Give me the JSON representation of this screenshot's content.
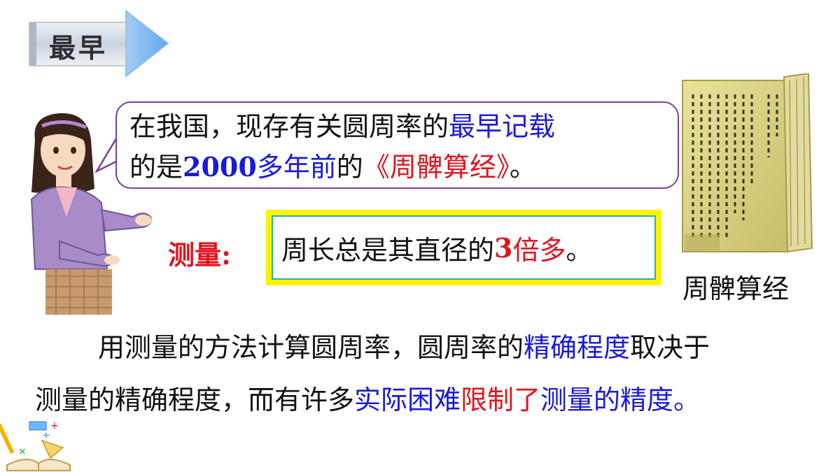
{
  "header": {
    "tag_label": "最早"
  },
  "bubble": {
    "line1_a": "在我国，现存有关圆周率的",
    "line1_b": "最早记载",
    "line2_a": "的是",
    "line2_b": "2000",
    "line2_c": "多年前",
    "line2_d": "的",
    "line2_e": "《周髀算经》",
    "line2_f": "。"
  },
  "measure": {
    "label": "测量:",
    "text_a": "周长总是其直径的",
    "text_b": "3",
    "text_c": "倍多",
    "text_d": "。"
  },
  "book": {
    "caption": "周髀算经"
  },
  "paragraph": {
    "line1_a": "用测量的方法计算圆周率，圆周率的",
    "line1_b": "精确程度",
    "line1_c": "取决于",
    "line2_a": "测量的精确程度，而有许多",
    "line2_b": "实际困难",
    "line2_c": "限制了",
    "line2_d": "测量的精度。"
  },
  "colors": {
    "emphasis_blue": "#1a1adb",
    "emphasis_red": "#e0141e",
    "bubble_border": "#7b3f98",
    "box_yellow": "#fff200",
    "box_cyan": "#1bb5b5"
  }
}
